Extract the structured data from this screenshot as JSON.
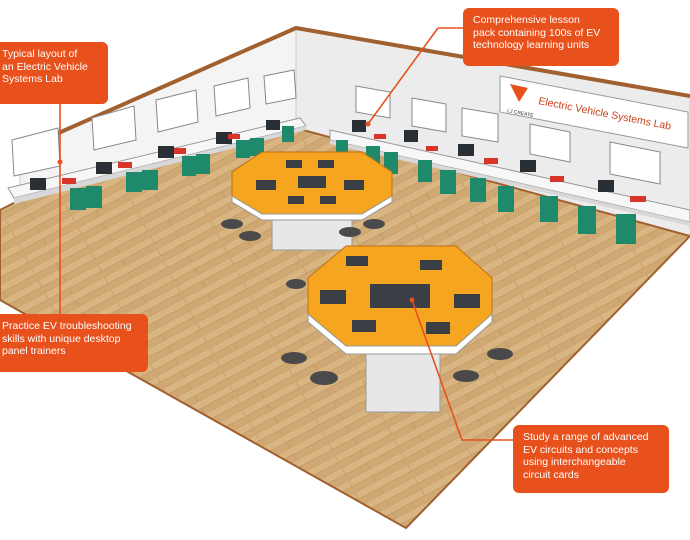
{
  "callouts": {
    "typical_layout": [
      "Typical layout of",
      "an Electric Vehicle",
      "Systems Lab"
    ],
    "lesson_pack": [
      "Comprehensive lesson",
      "pack containing 100s of EV",
      "technology learning units"
    ],
    "practice": [
      "Practice EV troubleshooting",
      "skills with unique desktop",
      "panel trainers"
    ],
    "study": [
      "Study a range of advanced",
      "EV circuits and concepts",
      "using interchangeable",
      "circuit cards"
    ]
  },
  "wall_sign": {
    "title": "Electric Vehicle Systems Lab",
    "logo_text": "LJ CREATE"
  },
  "colors": {
    "callout": "#e8501c",
    "table_top": "#f6a521",
    "chair": "#1f8a6b",
    "floor": "#c9a26b",
    "wall": "#f2f2f2",
    "trim": "#a06030"
  }
}
